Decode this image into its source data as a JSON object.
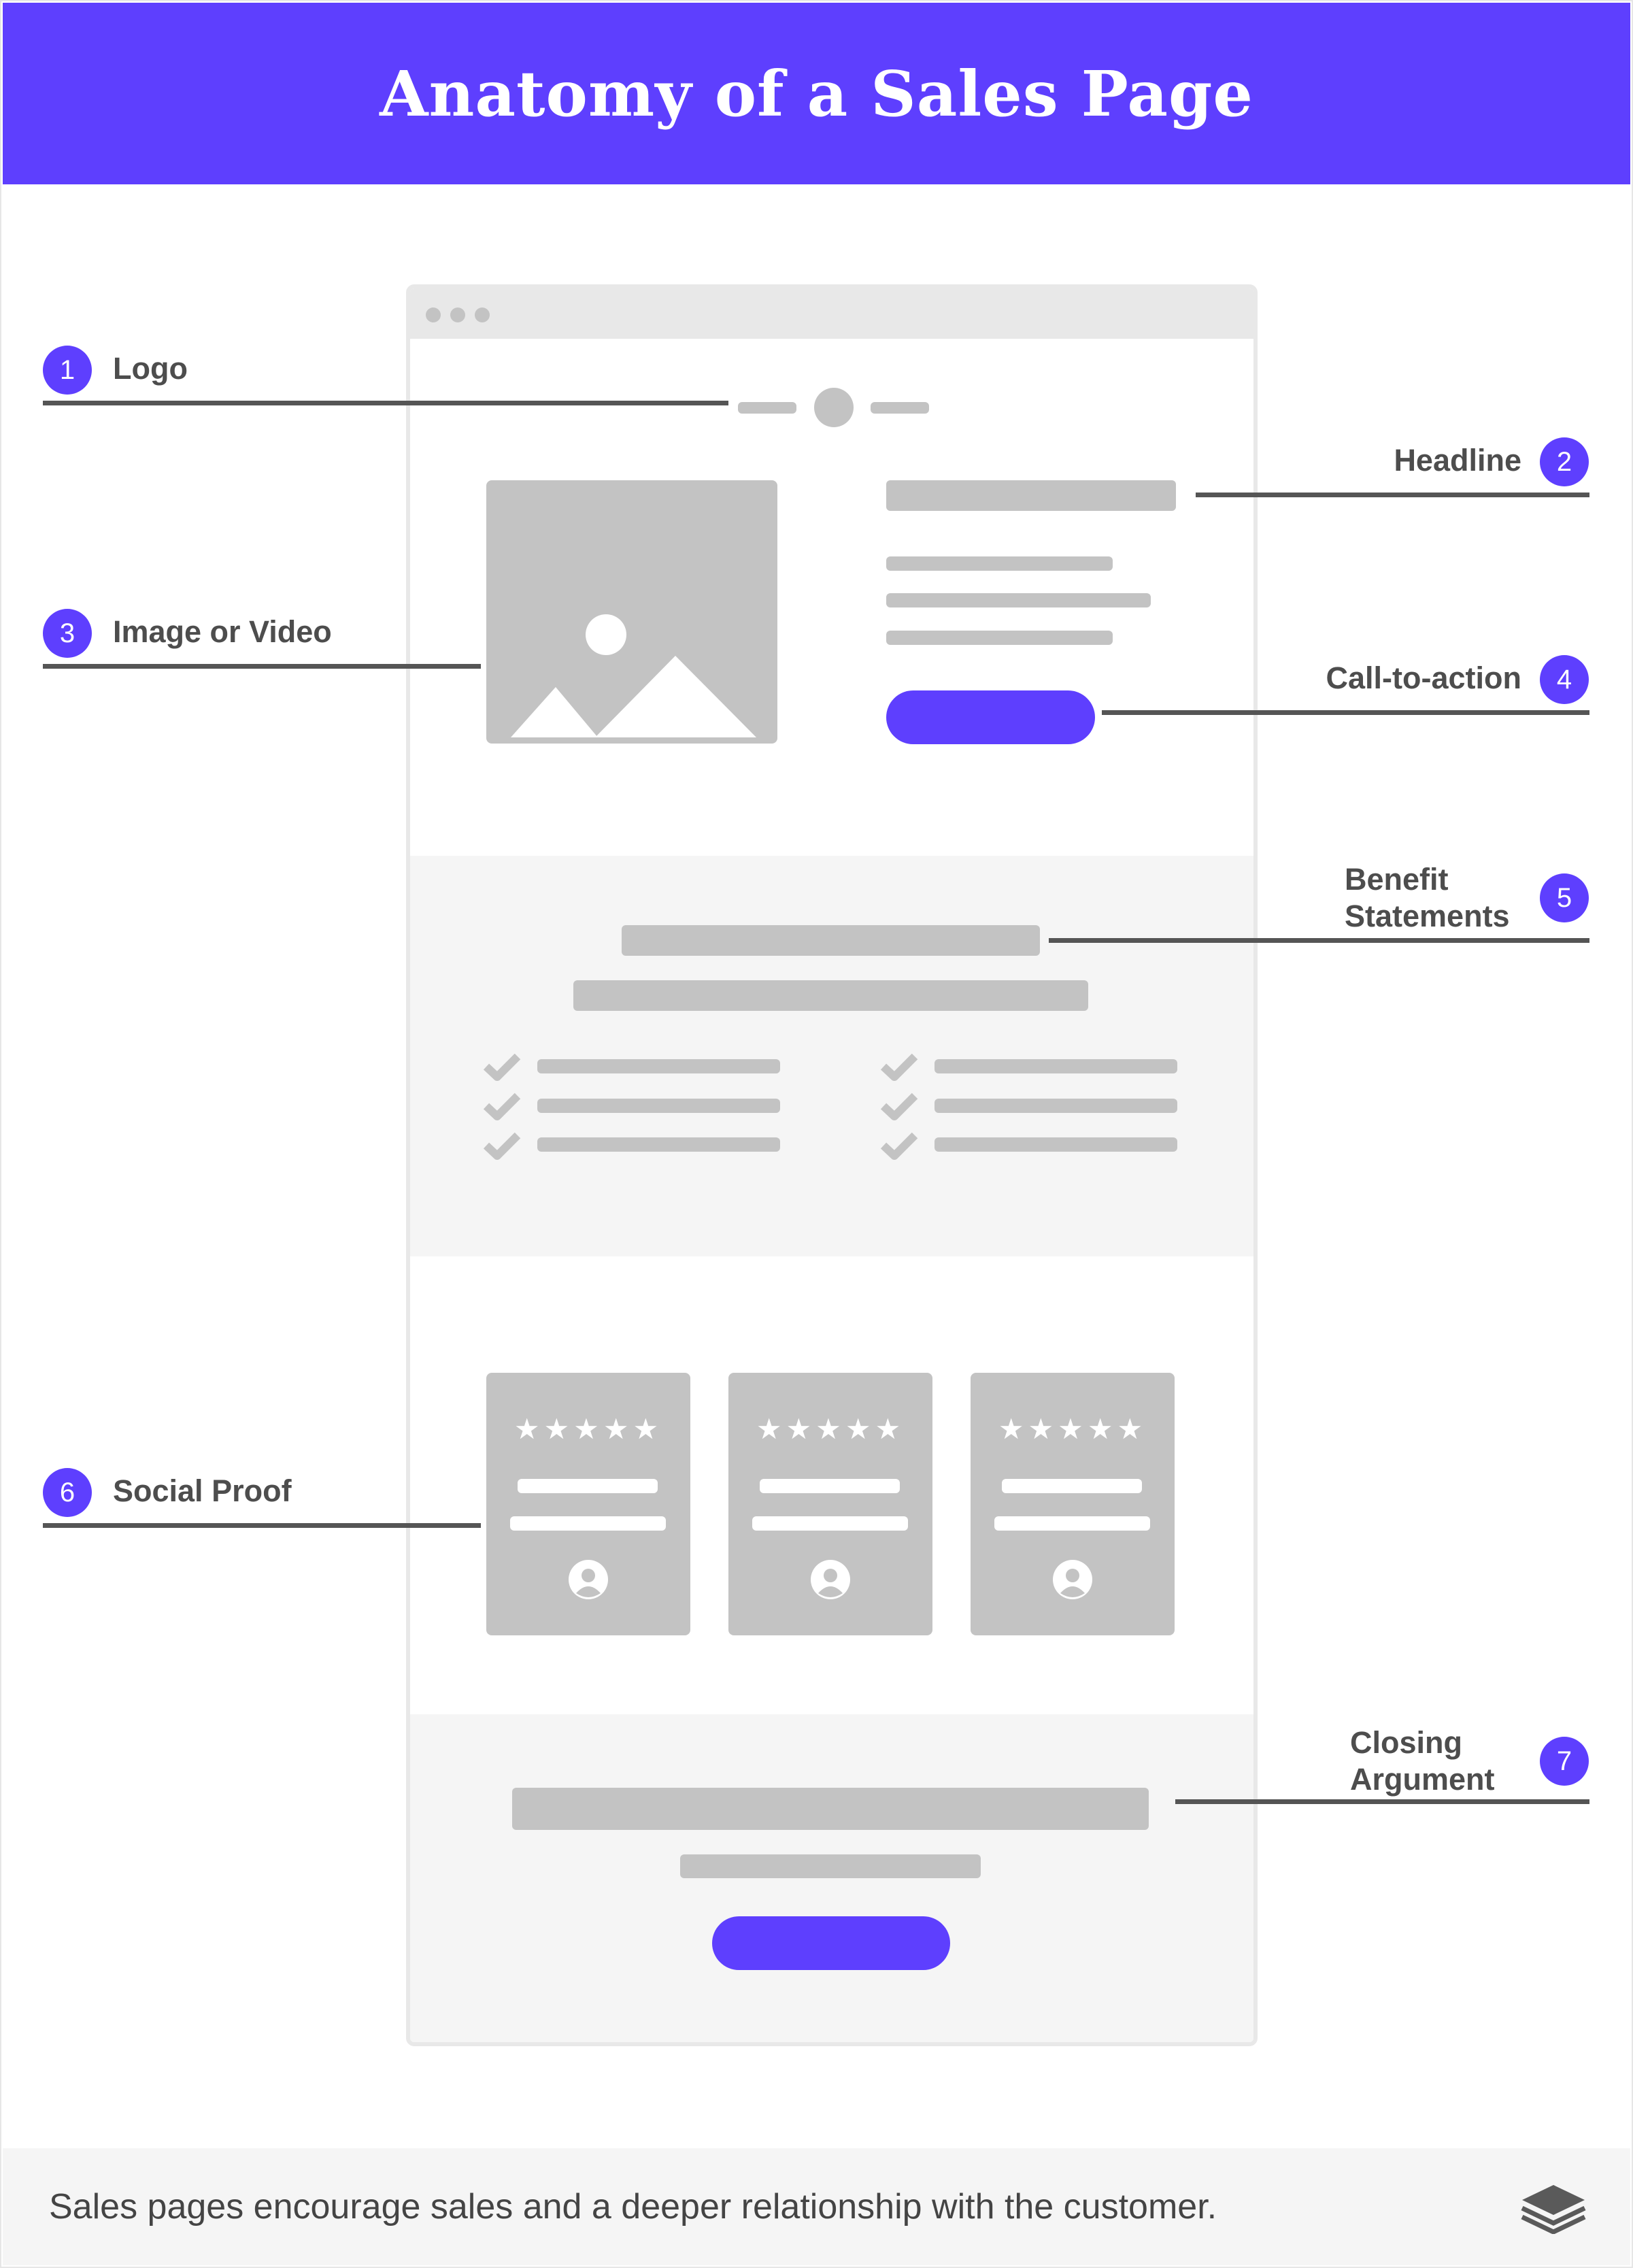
{
  "header": {
    "title": "Anatomy of a Sales Page"
  },
  "callouts": [
    {
      "number": "1",
      "label": "Logo"
    },
    {
      "number": "2",
      "label": "Headline"
    },
    {
      "number": "3",
      "label": "Image or Video"
    },
    {
      "number": "4",
      "label": "Call-to-action"
    },
    {
      "number": "5",
      "label_line1": "Benefit",
      "label_line2": "Statements"
    },
    {
      "number": "6",
      "label": "Social Proof"
    },
    {
      "number": "7",
      "label_line1": "Closing",
      "label_line2": "Argument"
    }
  ],
  "footer": {
    "caption": "Sales pages encourage sales and a deeper relationship with the customer."
  },
  "colors": {
    "accent": "#5e3ffe",
    "placeholder": "#c3c3c3",
    "section_bg": "#f5f5f5",
    "line": "#555555",
    "label": "#4d4d4d"
  },
  "icons": [
    "image-placeholder-icon",
    "checkmark-icon",
    "star-icon",
    "user-avatar-icon",
    "stacked-layers-logo-icon"
  ],
  "testimonials": {
    "stars": "★★★★★"
  }
}
